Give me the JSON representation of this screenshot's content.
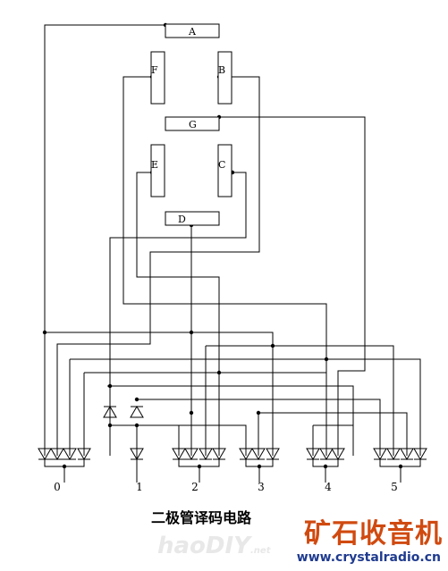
{
  "segments": [
    {
      "label": "A"
    },
    {
      "label": "F"
    },
    {
      "label": "B"
    },
    {
      "label": "G"
    },
    {
      "label": "E"
    },
    {
      "label": "C"
    },
    {
      "label": "D"
    }
  ],
  "digits": [
    "0",
    "1",
    "2",
    "3",
    "4",
    "5"
  ],
  "caption": "二极管译码电路",
  "logo": {
    "name": "矿石收音机",
    "url": "www.crystalradio.cn",
    "color": "#d04a10",
    "url_color": "#1f3b8f"
  },
  "watermark": {
    "main": "haoDIY",
    "suffix": ".net"
  }
}
